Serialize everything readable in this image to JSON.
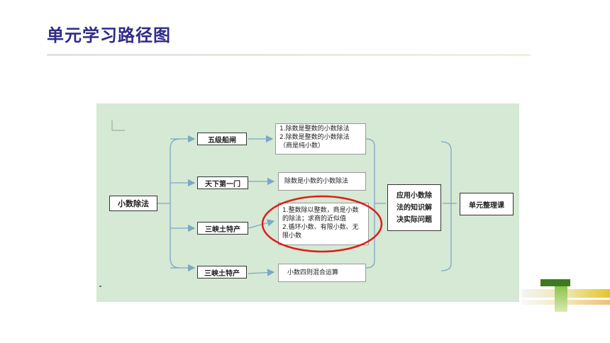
{
  "page": {
    "title": "单元学习路径图"
  },
  "diagram": {
    "root": "小数除法",
    "branches": [
      {
        "label": "五级船闸",
        "detail_lines": [
          "1.除数是整数的小数除法",
          "2.除数是整数的小数除法",
          "（商是纯小数）"
        ]
      },
      {
        "label": "天下第一门",
        "detail_lines": [
          "除数是小数的小数除法"
        ]
      },
      {
        "label": "三峡土特产",
        "detail_lines": [
          "1.整数除以整数，商是小数",
          "的除法；求商的近似值",
          "2.循环小数、有限小数、无",
          "限小数"
        ]
      },
      {
        "label": "三峡土特产",
        "detail_lines": [
          "小数四则混合运算"
        ]
      }
    ],
    "application": [
      "应用小数除",
      "法的知识解",
      "决实际问题"
    ],
    "final": "单元整理课",
    "colors": {
      "background": "#d5e9d4",
      "arrow": "#7ea6c6",
      "highlight": "#e01b1b",
      "title": "#2f2b86"
    }
  }
}
